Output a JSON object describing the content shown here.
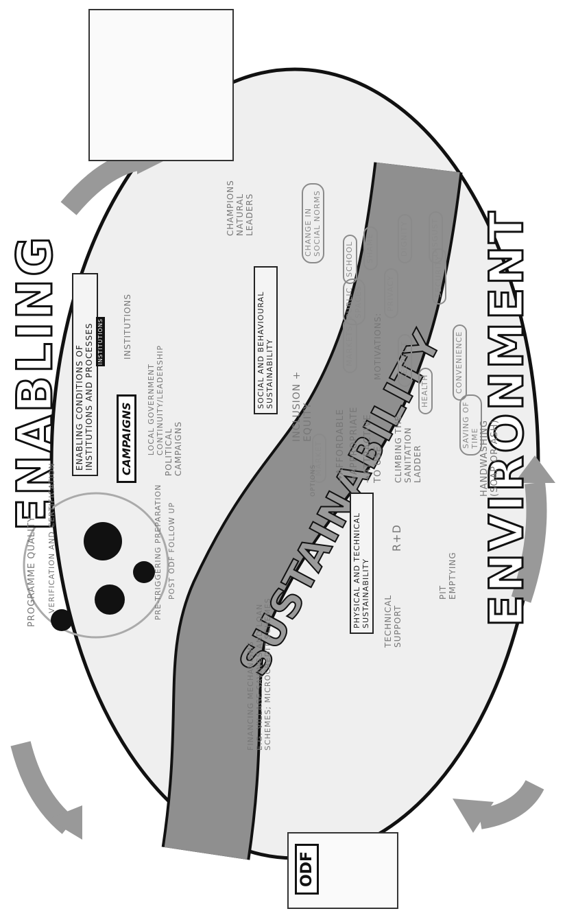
{
  "title": {
    "enabling": "ENABLING",
    "environment": "ENVIRONMENT"
  },
  "river_label": "SUSTAINABILITY",
  "odf_sign": "ODF",
  "sections": {
    "institutions_header": "ENABLING CONDITIONS OF INSTITUTIONS AND PROCESSES",
    "social_header": "SOCIAL AND BEHAVIOURAL SUSTAINABILITY",
    "physical_header": "PHYSICAL AND TECHNICAL SUSTAINABILITY"
  },
  "labels": {
    "institutions": "INSTITUTIONS",
    "institutions_sign": "INSTITUTIONS",
    "local_gov_1": "LOCAL GOVERNMENT",
    "local_gov_2": "CONTINUITY/LEADERSHIP",
    "campaigns_sign": "CAMPAIGNS",
    "political_1": "POLITICAL",
    "political_2": "CAMPAIGNS",
    "programme_quality": "PROGRAMME QUALITY",
    "verification": "VERIFICATION AND CERTIFICATION",
    "post_odf": "POST ODF FOLLOW UP",
    "pre_triggering": "PRE-TRIGGERING PREPARATION",
    "financing_1": "FINANCING MECHANISMS",
    "financing_2": "E.G. VILLAGE SAVINGS AND LOAN",
    "financing_3": "SCHEMES; MICROCREDIT SCHEMES",
    "champions_1": "CHAMPIONS",
    "champions_2": "NATURAL",
    "champions_3": "LEADERS",
    "social_norms_1": "CHANGE IN",
    "social_norms_2": "SOCIAL NORMS",
    "inclusion_1": "INCLUSION +",
    "inclusion_2": "EQUITY",
    "markets": "MARKETS",
    "public_spaces_1": "PUBLIC",
    "public_spaces_2": "SPACES",
    "school": "SCHOOL",
    "motivations": "MOTIVATIONS:",
    "shame": "SHAME",
    "dignity": "DIGNITY",
    "disgust": "DISGUST",
    "privacy": "PRIVACY",
    "security": "SECURITY",
    "respect": "RESPECT",
    "health": "HEALTH",
    "convenience": "CONVENIENCE",
    "saving_time_1": "SAVING OF",
    "saving_time_2": "TIME",
    "market": "MARKET",
    "options": "OPTIONS",
    "affordable": "→AFFORDABLE",
    "appropriate": "→APPROPRIATE",
    "attractive_1": "→ATTRACTIVE",
    "attractive_2": "TO USE",
    "climbing_1": "CLIMBING THE",
    "climbing_2": "SANITATION",
    "climbing_3": "LADDER",
    "handwashing_1": "HANDWASHING",
    "handwashing_2": "(SOAP OR ASH)",
    "rd": "R+D",
    "pit_1": "PIT",
    "pit_2": "EMPTYING",
    "tech_1": "TECHNICAL",
    "tech_2": "SUPPORT"
  }
}
